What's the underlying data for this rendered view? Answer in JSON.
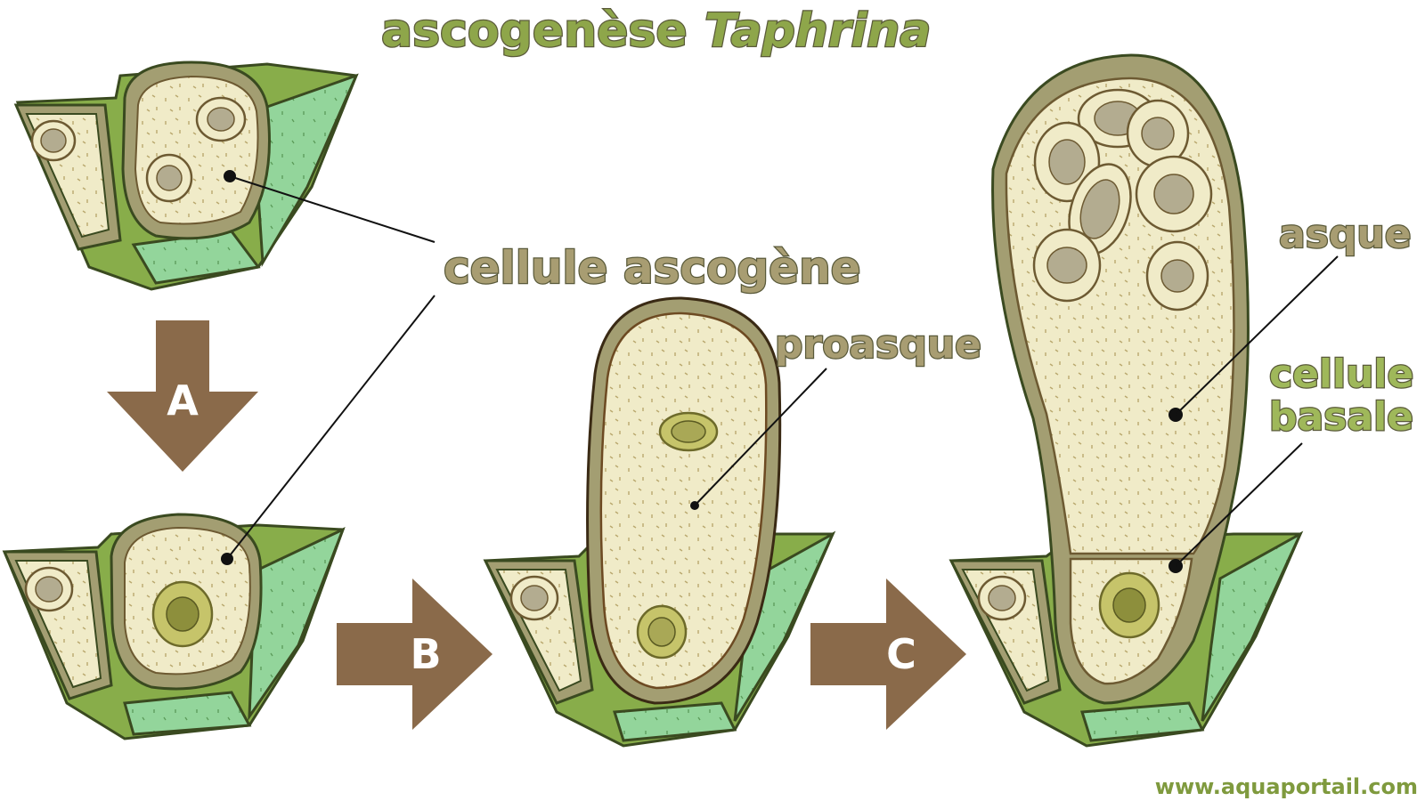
{
  "title": {
    "prefix": "ascogenèse",
    "genus": "Taphrina"
  },
  "labels": {
    "ascogenous_cell": "cellule ascogène",
    "proascus": "proasque",
    "ascus": "asque",
    "basal_cell_line1": "cellule",
    "basal_cell_line2": "basale"
  },
  "steps": {
    "a": "A",
    "b": "B",
    "c": "C"
  },
  "credit": "www.aquaportail.com",
  "colors": {
    "cell_wall": "#a39e72",
    "cytoplasm": "#f0ebc8",
    "nucleus": "#b5b27a",
    "tissue_dark": "#88ad4a",
    "tissue_light": "#93d59b",
    "arrow": "#8a6a4a",
    "title": "#8ea64a",
    "label": "#a89d72"
  }
}
